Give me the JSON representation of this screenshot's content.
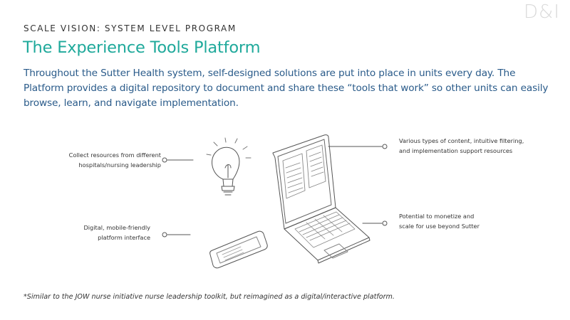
{
  "brand_mark": "D&I",
  "eyebrow": "SCALE VISION: SYSTEM LEVEL PROGRAM",
  "title": "The Experience Tools Platform",
  "lede": "Throughout the Sutter Health system, self-designed solutions are put into place in units every day. The Platform provides a digital repository to document and share these “tools that work” so other units can easily browse, learn, and navigate implementation.",
  "callouts": {
    "top_left": [
      "Collect resources from different",
      "hospitals/nursing leadership"
    ],
    "bottom_left": [
      "Digital, mobile-friendly",
      "platform interface"
    ],
    "top_right": [
      "Various types of content, intuitive filtering,",
      "and implementation support resources"
    ],
    "bottom_right": [
      "Potential to monetize and",
      "scale for use beyond Sutter"
    ]
  },
  "illustration": {
    "items": [
      "lightbulb-icon",
      "laptop-icon",
      "smartphone-icon"
    ]
  },
  "footnote": "*Similar to the JOW nurse initiative nurse leadership toolkit, but reimagined as a digital/interactive platform.",
  "colors": {
    "title": "#1fa99b",
    "lede": "#2a5b8a",
    "text": "#333333",
    "brand_mark": "#d9d9d9"
  }
}
